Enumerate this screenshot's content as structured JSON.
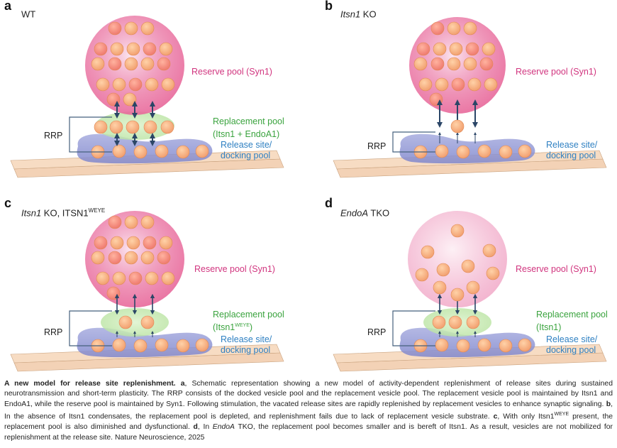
{
  "panels": [
    {
      "letter": "a",
      "title_italic": "",
      "title": "WT",
      "title_sup": "",
      "reserve": "Reserve pool (Syn1)",
      "replacement_1": "Replacement pool",
      "replacement_2": "(Itsn1 + EndoA1)",
      "replacement_sup": "",
      "replacement_2_tail": "",
      "release_1": "Release site/",
      "release_2": "docking pool",
      "rrp": "RRP"
    },
    {
      "letter": "b",
      "title_italic": "Itsn1",
      "title": " KO",
      "title_sup": "",
      "reserve": "Reserve pool (Syn1)",
      "replacement_1": "",
      "replacement_2": "",
      "replacement_sup": "",
      "replacement_2_tail": "",
      "release_1": "Release site/",
      "release_2": "docking pool",
      "rrp": "RRP"
    },
    {
      "letter": "c",
      "title_italic": "Itsn1",
      "title": " KO, ITSN1",
      "title_sup": "WEYE",
      "reserve": "Reserve pool (Syn1)",
      "replacement_1": "Replacement pool",
      "replacement_2": "(Itsn1",
      "replacement_sup": "WEYE",
      "replacement_2_tail": ")",
      "release_1": "Release site/",
      "release_2": "docking pool",
      "rrp": "RRP"
    },
    {
      "letter": "d",
      "title_italic": "EndoA",
      "title": " TKO",
      "title_sup": "",
      "reserve": "Reserve pool (Syn1)",
      "replacement_1": "Replacement pool",
      "replacement_2": "(Itsn1)",
      "replacement_sup": "",
      "replacement_2_tail": "",
      "release_1": "Release site/",
      "release_2": "docking pool",
      "rrp": "RRP"
    }
  ],
  "caption": {
    "bold": "A new model for release site replenishment.",
    "a_label": "a",
    "a_text": ", Schematic representation showing a new model of activity-dependent replenishment of release sites during sustained neurotransmission and short-term plasticity. The RRP consists of the docked vesicle pool and the replacement vesicle pool. The replacement vesicle pool is maintained by Itsn1 and EndoA1, while the reserve pool is maintained by Syn1. Following stimulation, the vacated release sites are rapidly replenished by replacement vesicles to enhance synaptic signaling. ",
    "b_label": "b",
    "b_text": ", In the absence of Itsn1 condensates, the replacement pool is depleted, and replenishment fails due to lack of replacement vesicle substrate. ",
    "c_label": "c",
    "c_text": ", With only Itsn1",
    "c_sup": "WEYE",
    "c_text2": " present, the replacement pool is also diminished and dysfunctional. ",
    "d_label": "d",
    "d_text_pre": ", In ",
    "d_italic": "EndoA",
    "d_text": " TKO, the replacement pool becomes smaller and is bereft of Itsn1. As a result, vesicles are not mobilized for replenishment at the release site. Nature Neuroscience, 2025"
  },
  "colors": {
    "reserve": "#e8699b",
    "replacement": "#b8e3a0",
    "release": "#7f86cc",
    "membrane": "#efc39d",
    "vesicle": "#f2a070",
    "arrow": "#2b4667"
  }
}
